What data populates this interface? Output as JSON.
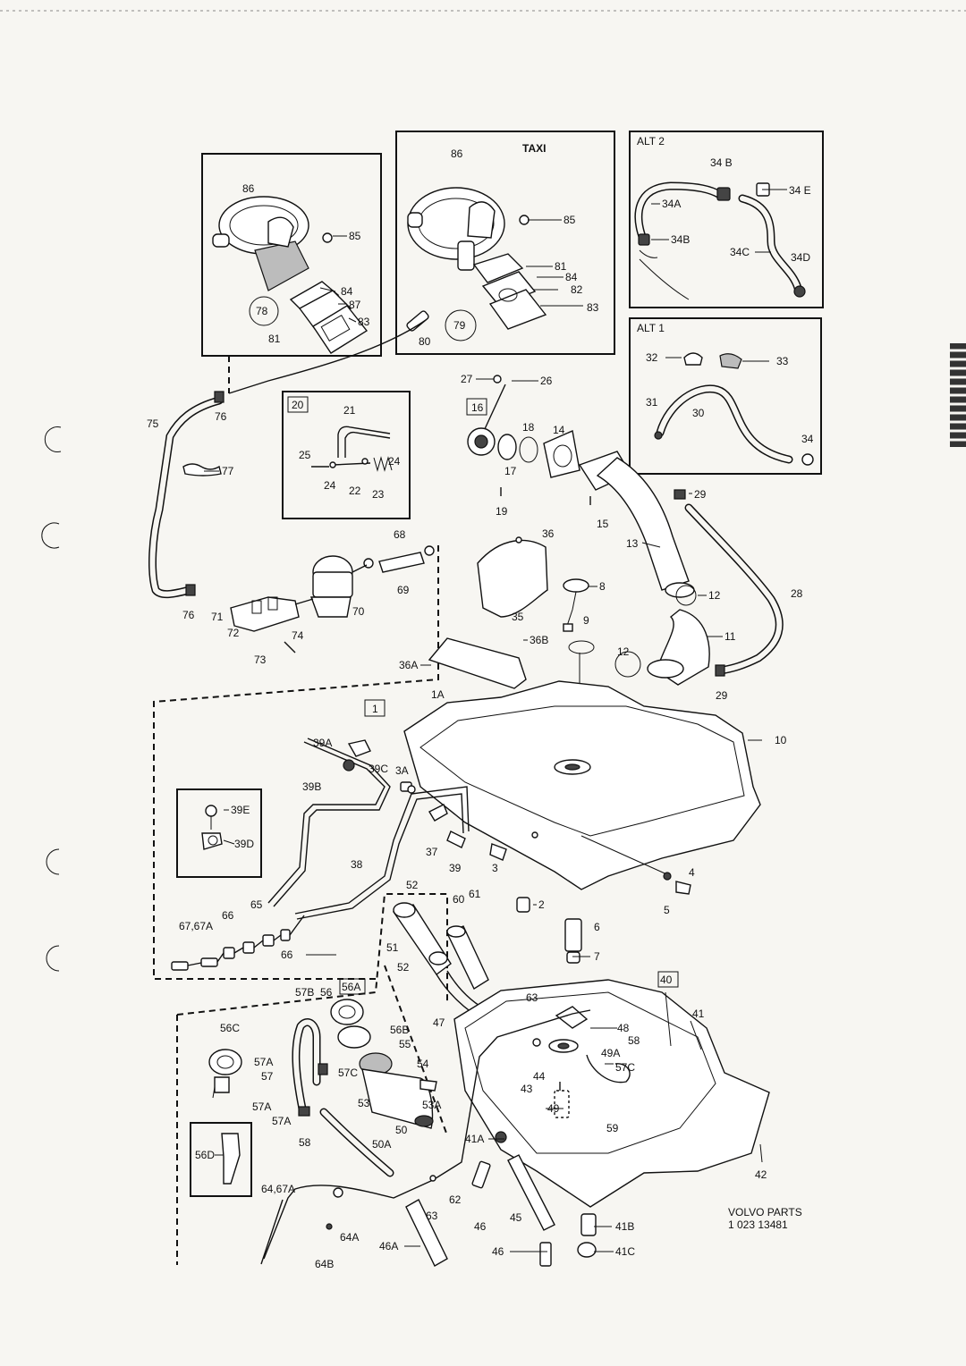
{
  "insets": {
    "taxi_title": "TAXI",
    "alt2_title": "ALT 2",
    "alt1_title": "ALT 1",
    "box_20": "20",
    "box_16": "16",
    "box_1": "1",
    "box_40": "40",
    "box_56a": "56A"
  },
  "callouts": {
    "p86a": "86",
    "p85a": "85",
    "p84a": "84",
    "p87": "87",
    "p83a": "83",
    "p78": "78",
    "p81a": "81",
    "p86b": "86",
    "p85b": "85",
    "p81b": "81",
    "p84b": "84",
    "p82": "82",
    "p83b": "83",
    "p79": "79",
    "p80": "80",
    "p34b1": "34 B",
    "p34e": "34 E",
    "p34a": "34A",
    "p34b2": "34B",
    "p34c": "34C",
    "p34d": "34D",
    "p32": "32",
    "p33": "33",
    "p31": "31",
    "p30": "30",
    "p34": "34",
    "p75": "75",
    "p76a": "76",
    "p77": "77",
    "p76b": "76",
    "p21": "21",
    "p25": "25",
    "p24a": "24",
    "p24b": "24",
    "p22": "22",
    "p23": "23",
    "p27": "27",
    "p26": "26",
    "p18": "18",
    "p14": "14",
    "p17": "17",
    "p19": "19",
    "p15": "15",
    "p29a": "29",
    "p13": "13",
    "p12a": "12",
    "p28": "28",
    "p11": "11",
    "p12b": "12",
    "p29b": "29",
    "p36": "36",
    "p8": "8",
    "p9": "9",
    "p35": "35",
    "p36b": "36B",
    "p36a": "36A",
    "p68": "68",
    "p69": "69",
    "p71": "71",
    "p70": "70",
    "p72": "72",
    "p74": "74",
    "p73": "73",
    "p1a": "1A",
    "p10": "10",
    "p39a": "39A",
    "p39c": "39C",
    "p3a": "3A",
    "p39b": "39B",
    "p39e": "39E",
    "p39d": "39D",
    "p37": "37",
    "p39": "39",
    "p3": "3",
    "p38": "38",
    "p4": "4",
    "p5": "5",
    "p2": "2",
    "p6": "6",
    "p7": "7",
    "p6767a": "67,67A",
    "p66a": "66",
    "p65": "65",
    "p66b": "66",
    "p52a": "52",
    "p60": "60",
    "p61": "61",
    "p51": "51",
    "p52b": "52",
    "p47": "47",
    "p57b": "57B",
    "p56": "56",
    "p56b": "56B",
    "p55": "55",
    "p56c": "56C",
    "p57a1": "57A",
    "p57": "57",
    "p57c1": "57C",
    "p54": "54",
    "p53": "53",
    "p53a": "53A",
    "p57a2": "57A",
    "p57a3": "57A",
    "p50": "50",
    "p58a": "58",
    "p50a": "50A",
    "p63a": "63",
    "p41": "41",
    "p48": "48",
    "p58b": "58",
    "p49a": "49A",
    "p57c2": "57C",
    "p43": "43",
    "p44": "44",
    "p49": "49",
    "p59": "59",
    "p41a": "41A",
    "p42": "42",
    "p56d": "56D",
    "p6467a": "64,67A",
    "p63b": "63",
    "p62": "62",
    "p46a": "46",
    "p45": "45",
    "p41b": "41B",
    "p64a": "64A",
    "p64b": "64B",
    "p46a2": "46A",
    "p46b": "46",
    "p41c": "41C"
  },
  "footer": {
    "brand": "VOLVO  PARTS",
    "code": "1   023   13481"
  }
}
